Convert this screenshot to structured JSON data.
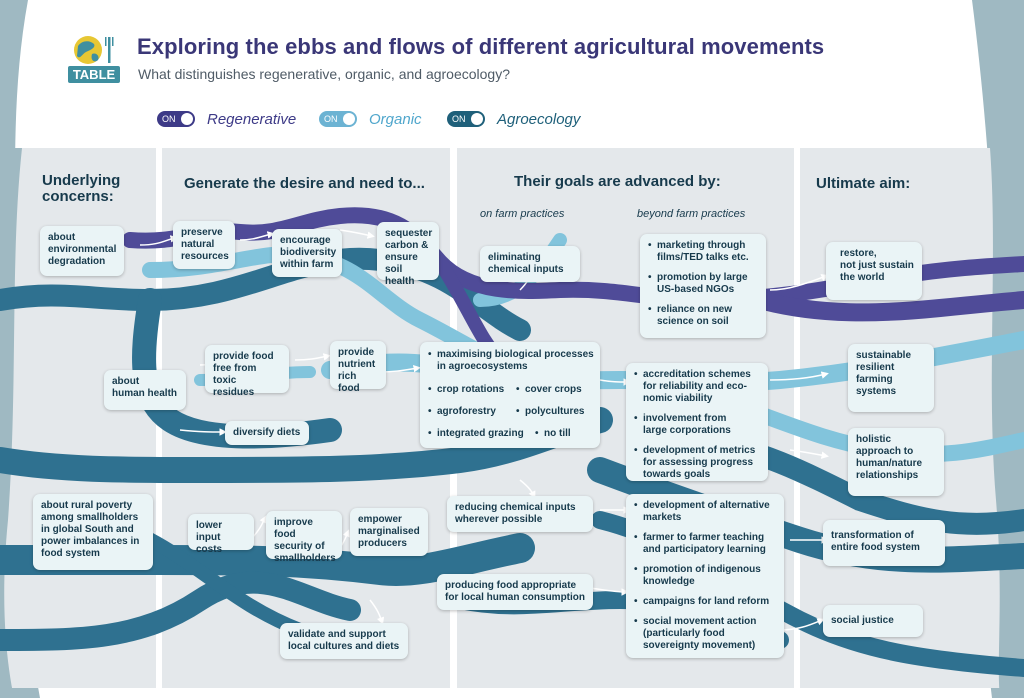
{
  "header": {
    "logo_text": "TABLE",
    "title": "Exploring the ebbs and flows of different agricultural movements",
    "subtitle": "What distinguishes regenerative, organic, and agroecology?"
  },
  "toggles": [
    {
      "state": "ON",
      "label": "Regenerative",
      "color": "#3d3a87"
    },
    {
      "state": "ON",
      "label": "Organic",
      "color": "#6cb3d3"
    },
    {
      "state": "ON",
      "label": "Agroecology",
      "color": "#1f607a"
    }
  ],
  "colors": {
    "regenerative": "#4f4b98",
    "organic": "#82c4dc",
    "agroecology": "#2f7190",
    "panel": "#e4e8eb",
    "box": "#eaf4f6"
  },
  "columns": {
    "concerns": "Underlying\nconcerns:",
    "desire": "Generate the desire and need to...",
    "goals": "Their goals are advanced by:",
    "aim": "Ultimate aim:",
    "on_farm": "on farm practices",
    "beyond_farm": "beyond farm practices"
  },
  "concerns": {
    "environmental": "about\nenvironmental\ndegradation",
    "health": "about\nhuman health",
    "poverty": "about rural poverty\namong smallholders\nin global South and\npower imbalances in\nfood system"
  },
  "desire": {
    "preserve": "preserve\nnatural\nresources",
    "biodiversity": "encourage\nbiodiversity\nwithin farm",
    "sequester": "sequester\ncarbon &\nensure soil\nhealth",
    "food_free": "provide food\nfree from toxic\nresidues",
    "nutrient": "provide\nnutrient\nrich food",
    "diets": "diversify diets",
    "input_costs": "lower\ninput costs",
    "food_security": "improve food\nsecurity of\nsmallholders",
    "empower": "empower\nmarginalised\nproducers",
    "cultures": "validate and support\nlocal cultures and diets"
  },
  "on_farm": {
    "eliminating": "eliminating\nchemical inputs",
    "biological": "maximising biological processes\nin agroecosystems",
    "crop_rotations": "crop rotations",
    "cover_crops": "cover crops",
    "agroforestry": "agroforestry",
    "polycultures": "polycultures",
    "integrated_grazing": "integrated grazing",
    "no_till": "no till",
    "reducing": "reducing chemical inputs\nwherever possible",
    "local_food": "producing food appropriate\nfor local human consumption"
  },
  "beyond_farm": {
    "group1": [
      "marketing through\nfilms/TED talks etc.",
      "promotion by large\nUS-based NGOs",
      "reliance on new\nscience on soil"
    ],
    "group2": [
      "accreditation schemes\nfor reliability and eco-\nnomic viability",
      "involvement from\nlarge corporations",
      "development of metrics\nfor assessing progress\ntowards goals"
    ],
    "group3": [
      "development of alternative\nmarkets",
      "farmer to farmer teaching\nand participatory learning",
      "promotion of indigenous\nknowledge",
      "campaigns for land reform",
      "social movement action\n(particularly food\nsovereignty movement)"
    ]
  },
  "aims": {
    "restore": "restore,\nnot just sustain\nthe world",
    "sustainable": "sustainable\nresilient\nfarming\nsystems",
    "holistic": "holistic\napproach to\nhuman/nature\nrelationships",
    "transformation": "transformation of\nentire food system",
    "justice": "social justice"
  }
}
